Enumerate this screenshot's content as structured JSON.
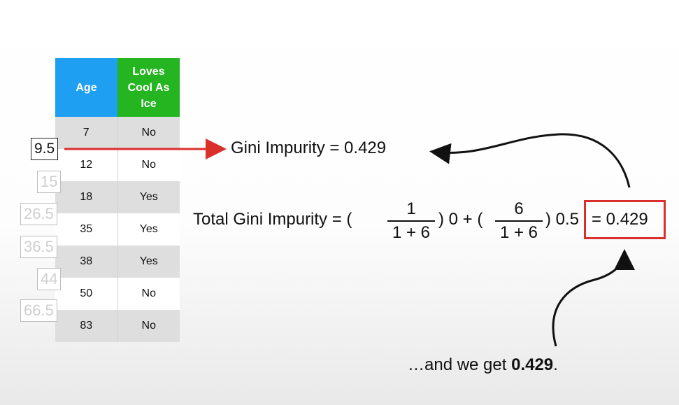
{
  "table": {
    "headers": [
      "Age",
      "Loves Cool As Ice"
    ],
    "header_line1": "Loves",
    "header_line2": "Cool As",
    "header_line3": "Ice",
    "rows": [
      {
        "age": "7",
        "loves": "No"
      },
      {
        "age": "12",
        "loves": "No"
      },
      {
        "age": "18",
        "loves": "Yes"
      },
      {
        "age": "35",
        "loves": "Yes"
      },
      {
        "age": "38",
        "loves": "Yes"
      },
      {
        "age": "50",
        "loves": "No"
      },
      {
        "age": "83",
        "loves": "No"
      }
    ],
    "colors": {
      "age_header": "#1e9ff2",
      "loves_header": "#25b521"
    }
  },
  "thresholds": [
    "9.5",
    "15",
    "26.5",
    "36.5",
    "44",
    "66.5"
  ],
  "gini": {
    "label": "Gini Impurity = 0.429",
    "total_prefix": "Total Gini Impurity = (",
    "frac1_num": "1",
    "frac1_den": "1 + 6",
    "mid": ") 0 + (",
    "frac2_num": "6",
    "frac2_den": "1 + 6",
    "suffix": ") 0.5",
    "result": "= 0.429"
  },
  "caption": {
    "prefix": "…and we get ",
    "value": "0.429",
    "end": "."
  },
  "colors": {
    "arrow_red": "#d9302c"
  }
}
